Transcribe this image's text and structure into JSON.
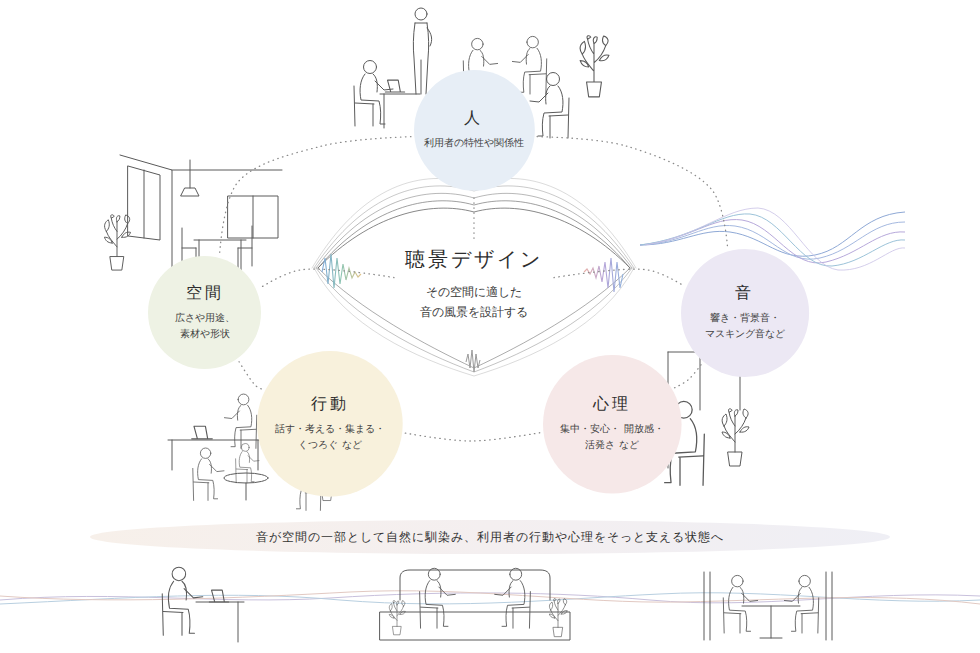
{
  "diagram": {
    "nodes": [
      {
        "text": [
          "人",
          "利用者の特性や関係性"
        ]
      },
      {
        "text": [
          "聴景デザイン",
          "その空間に適した 音の風景を設計する"
        ]
      },
      {
        "text": [
          "空間",
          "広さや用途、 素材や形状"
        ]
      },
      {
        "text": [
          "音",
          "響き・背景音・ マスキング音など"
        ]
      },
      {
        "text": [
          "行動",
          "話す・考える・集まる・ くつろぐ など"
        ]
      },
      {
        "text": [
          "心理",
          "集中・安心・ 開放感・活発さ など"
        ]
      },
      {
        "text": [
          "音が空間の一部として自然に馴染み、利用者の行動や心理をそっと支える状態へ"
        ]
      }
    ],
    "edges": [
      {
        "from": 0,
        "to": 2,
        "arrow": "none"
      },
      {
        "from": 0,
        "to": 3,
        "arrow": "none"
      },
      {
        "from": 2,
        "to": 4,
        "arrow": "none"
      },
      {
        "from": 4,
        "to": 5,
        "arrow": "none"
      },
      {
        "from": 5,
        "to": 3,
        "arrow": "none"
      },
      {
        "from": 1,
        "to": 0,
        "arrow": "none"
      },
      {
        "from": 1,
        "to": 2,
        "arrow": "none"
      },
      {
        "from": 1,
        "to": 3,
        "arrow": "none"
      }
    ]
  }
}
